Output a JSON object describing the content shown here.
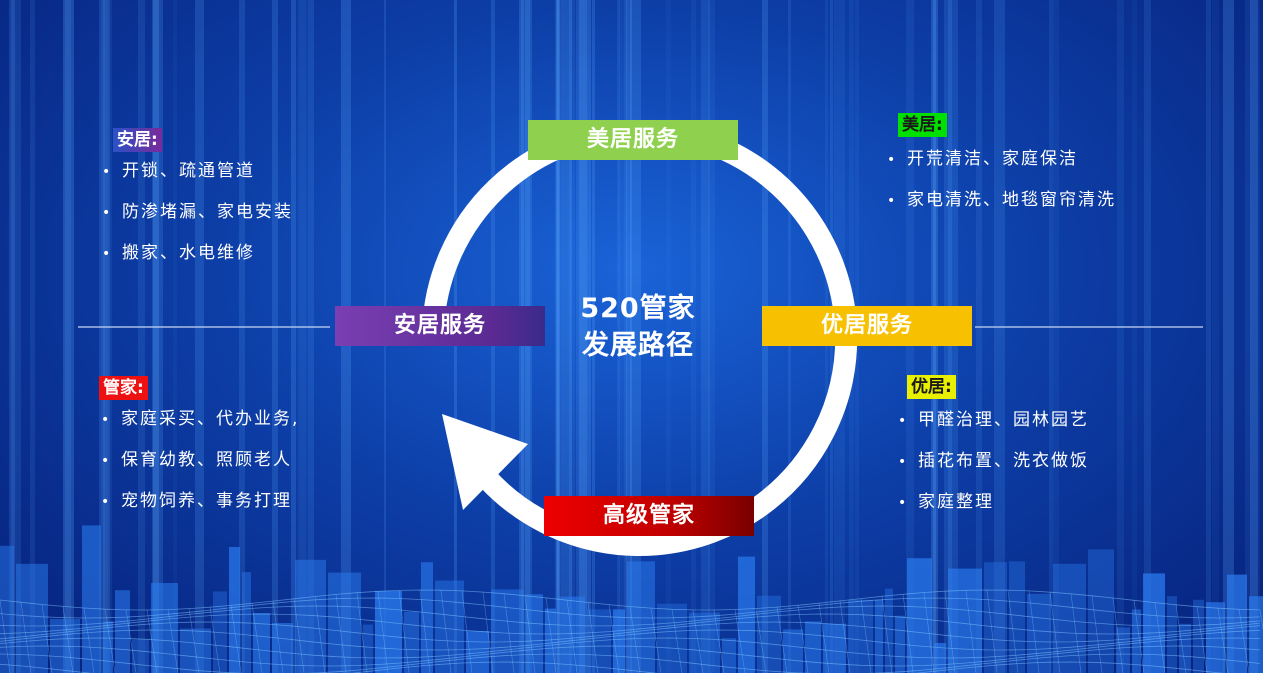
{
  "center": {
    "line1": "520管家",
    "line2": "发展路径"
  },
  "hubs": {
    "top": "美居服务",
    "left": "安居服务",
    "right": "优居服务",
    "bottom": "高级管家"
  },
  "categories": {
    "anju": {
      "tag": "安居:",
      "items": [
        "开锁、疏通管道",
        "防渗堵漏、家电安装",
        "搬家、水电维修"
      ]
    },
    "meiju": {
      "tag": "美居:",
      "items": [
        "开荒清洁、家庭保洁",
        "家电清洗、地毯窗帘清洗"
      ]
    },
    "guanjia": {
      "tag": "管家:",
      "items": [
        "家庭采买、代办业务,",
        "保育幼教、照顾老人",
        "宠物饲养、事务打理"
      ]
    },
    "youju": {
      "tag": "优居:",
      "items": [
        "甲醛治理、园林园艺",
        "插花布置、洗衣做饭",
        "家庭整理"
      ]
    }
  },
  "colors": {
    "meiju_hub": "#8fd14f",
    "anju_hub": "#7a3fb3",
    "youju_hub": "#f7c000",
    "guanjia_hub": "#c00000",
    "cycle_arrow": "#ffffff"
  }
}
